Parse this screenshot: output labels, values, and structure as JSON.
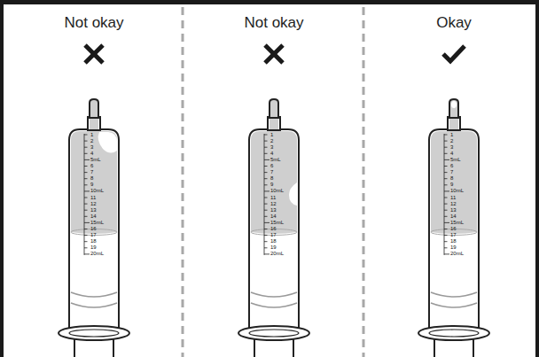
{
  "diagram": {
    "labels": [
      "Not okay",
      "1",
      "2",
      "3",
      "4",
      "5mL",
      "6",
      "7",
      "8",
      "9",
      "10mL",
      "11",
      "12",
      "13",
      "14",
      "15mL",
      "16",
      "17",
      "18",
      "19",
      "20mL",
      "Not okay",
      "1",
      "2",
      "3",
      "4",
      "5mL",
      "6",
      "7",
      "8",
      "9",
      "10mL",
      "11",
      "12",
      "13",
      "14",
      "15mL",
      "16",
      "17",
      "18",
      "19",
      "20mL",
      "Okay",
      "1",
      "2",
      "3",
      "4",
      "5mL",
      "6",
      "7",
      "8",
      "9",
      "10mL",
      "11",
      "12",
      "13",
      "14",
      "15mL",
      "16",
      "17",
      "18",
      "19",
      "20mL"
    ]
  }
}
